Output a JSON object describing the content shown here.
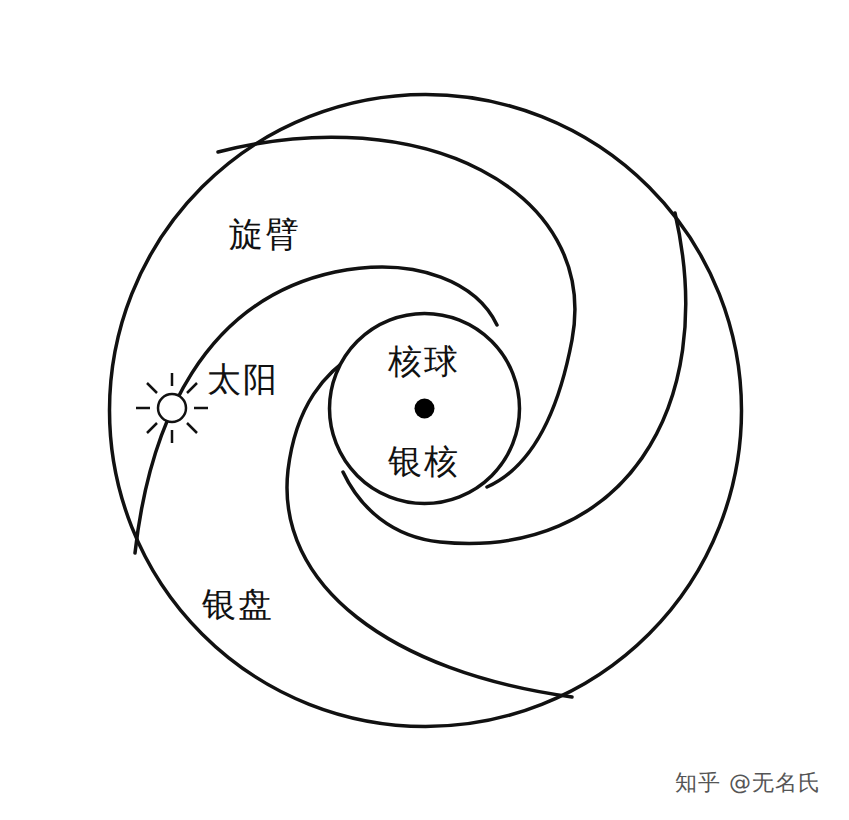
{
  "diagram": {
    "nodes": [
      {
        "text": [
          "银盘"
        ]
      },
      {
        "text": [
          "核球",
          "银核"
        ],
        "in": 0
      }
    ],
    "labels": [
      "旋臂",
      "太阳",
      "知乎 @无名氏"
    ]
  }
}
